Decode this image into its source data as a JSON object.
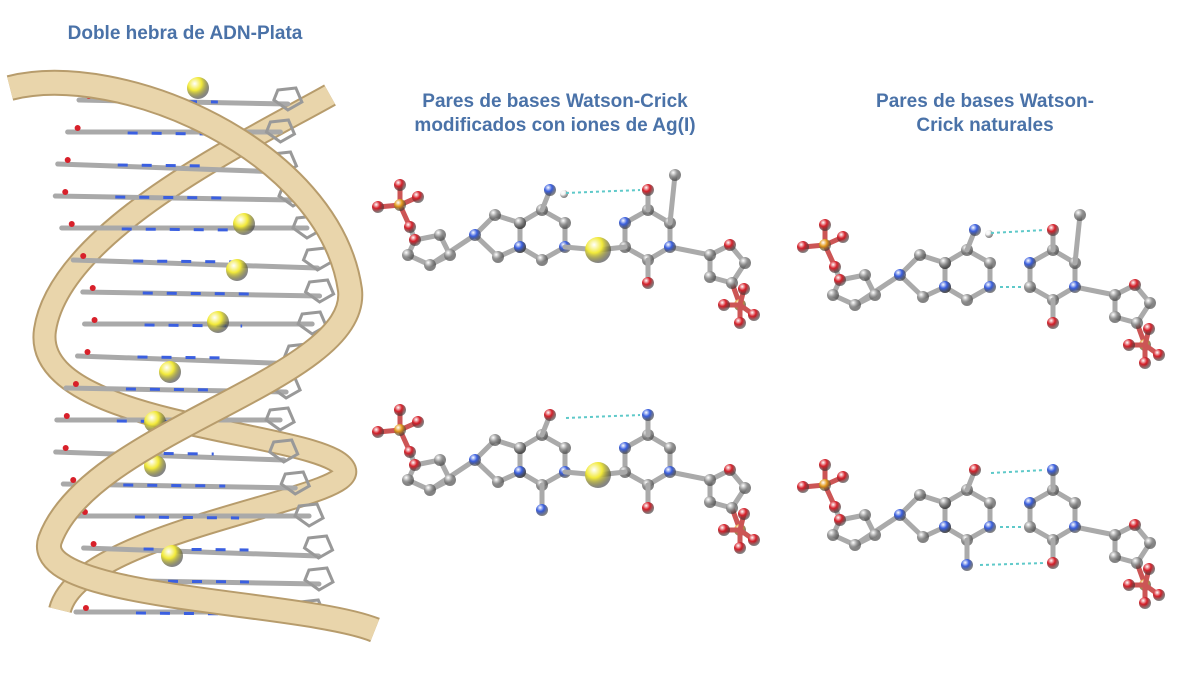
{
  "titles": {
    "helix": "Doble hebra de ADN-Plata",
    "modified": "Pares de bases Watson-Crick modificados con iones de Ag(I)",
    "natural": "Pares de bases Watson-Crick naturales"
  },
  "colors": {
    "title": "#4a72a8",
    "ribbon": "#e9d5ab",
    "silver_ion": "#f2ea3a",
    "carbon": "#9a9a9a",
    "nitrogen": "#3a5fe0",
    "oxygen": "#d8202a",
    "phosphorus": "#e49a1c",
    "hydrogen": "#f2f2f2",
    "hbond": "#5fc9c9"
  }
}
